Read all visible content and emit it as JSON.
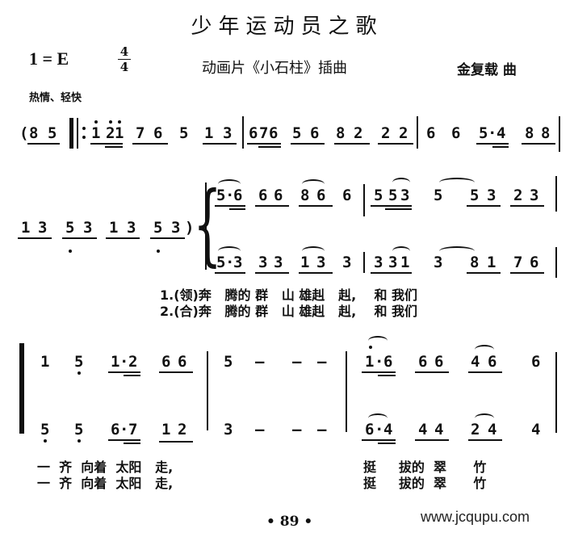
{
  "header": {
    "title": "少年运动员之歌",
    "key": "1 = E",
    "time_top": "4",
    "time_bottom": "4",
    "subtitle": "动画片《小石柱》插曲",
    "composer": "金复载 曲",
    "tempo": "热情、轻快"
  },
  "line1": {
    "open_paren": "(",
    "notes": [
      "8",
      "5",
      "1",
      "2",
      "1",
      "7",
      "6",
      "5",
      "1",
      "3",
      "6",
      "7",
      "6",
      "5",
      "6",
      "8",
      "2",
      "2",
      "2",
      "6",
      "6",
      "5",
      "·",
      "4",
      "8",
      "8"
    ]
  },
  "line2": {
    "intro": [
      "1",
      "3",
      "5",
      "3",
      "1",
      "3",
      "5",
      "3",
      ")"
    ],
    "upper": [
      "5",
      "·",
      "6",
      "6",
      "6",
      "8",
      "6",
      "6",
      "5",
      "5",
      "3",
      "5",
      "5",
      "3",
      "2",
      "3"
    ],
    "lower": [
      "5",
      "·",
      "3",
      "3",
      "3",
      "1",
      "3",
      "3",
      "3",
      "3",
      "1",
      "3",
      "8",
      "1",
      "7",
      "6"
    ],
    "lyrics1": "1.(领)奔   腾的 群   山 雄赳   赳,    和 我们",
    "lyrics2": "2.(合)奔   腾的 群   山 雄赳   赳,    和 我们"
  },
  "line3": {
    "upper": [
      "1",
      "5",
      "1",
      "·",
      "2",
      "6",
      "6",
      "5",
      "—",
      "—",
      "—",
      "1",
      "·",
      "6",
      "6",
      "6",
      "4",
      "6",
      "6"
    ],
    "lower": [
      "5",
      "5",
      "6",
      "·",
      "7",
      "1",
      "2",
      "3",
      "—",
      "—",
      "—",
      "6",
      "·",
      "4",
      "4",
      "4",
      "2",
      "4",
      "4"
    ],
    "lyrics1_left": "一  齐  向着  太阳   走,",
    "lyrics2_left": "一  齐  向着  太阳   走,",
    "lyrics1_right": "挺     拔的  翠      竹",
    "lyrics2_right": "挺     拔的  翠      竹"
  },
  "footer": {
    "page_number": "• 89 •",
    "watermark": "www.jcqupu.com"
  }
}
